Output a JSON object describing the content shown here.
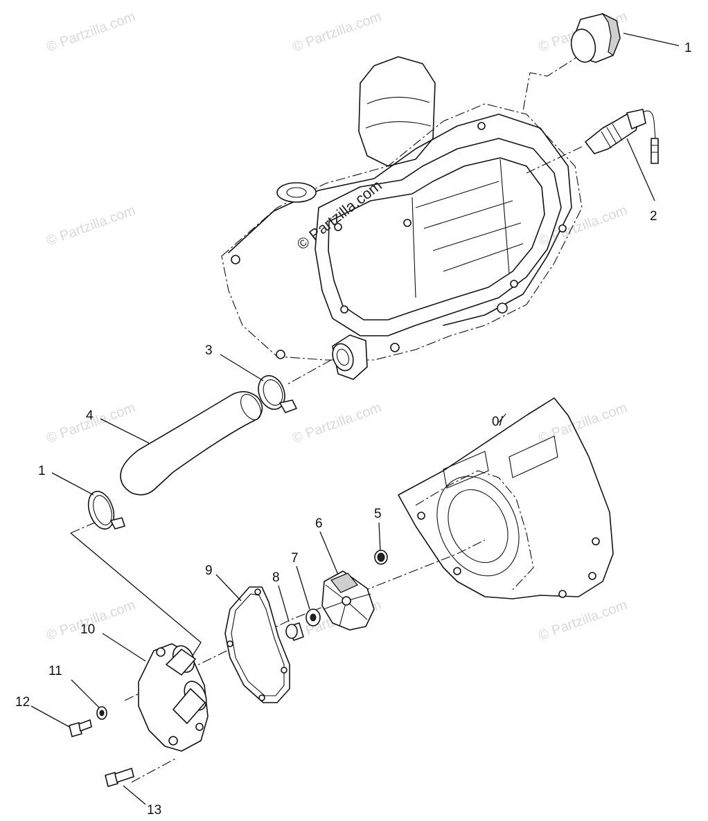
{
  "watermark_text": "© Partzilla.com",
  "callouts": [
    "1",
    "2",
    "3",
    "4",
    "1",
    "5",
    "6",
    "7",
    "8",
    "9",
    "10",
    "11",
    "12",
    "13"
  ]
}
